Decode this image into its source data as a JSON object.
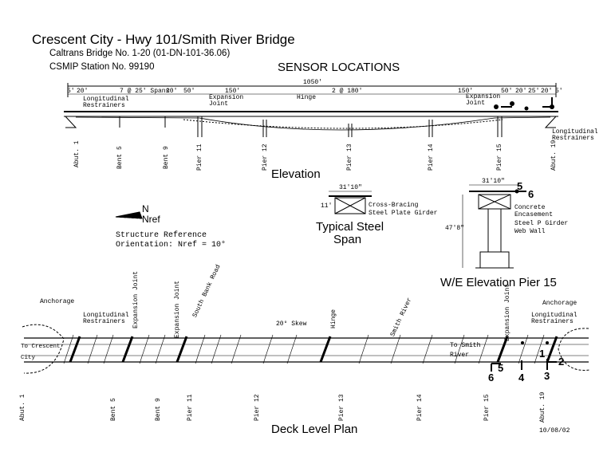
{
  "header": {
    "title": "Crescent City - Hwy 101/Smith River Bridge",
    "bridge_no": "Caltrans Bridge No. 1-20 (01-DN-101-36.06)",
    "station": "CSMIP Station No. 99190",
    "sheet_title": "SENSOR LOCATIONS"
  },
  "elevation": {
    "caption": "Elevation",
    "overall_length": "1050'",
    "dims": [
      "5'",
      "20'",
      "7 @ 25' Spans",
      "20'",
      "50'",
      "150'",
      "2 @ 180'",
      "150'",
      "50'",
      "20'",
      "25'",
      "20'",
      "5'"
    ],
    "notes": {
      "long_restrainers_left": "Longitudinal\nRestrainers",
      "exp_joint_left": "Expansion\nJoint",
      "hinge": "Hinge",
      "exp_joint_right": "Expansion\nJoint",
      "long_restrainers_right": "Longitudinal\nRestrainers"
    },
    "supports": [
      "Abut. 1",
      "Bent 5",
      "Bent 9",
      "Pier 11",
      "Pier 12",
      "Pier 13",
      "Pier 14",
      "Pier 15",
      "Abut. 19"
    ]
  },
  "orientation": {
    "n": "N",
    "nref": "Nref",
    "text1": "Structure Reference",
    "text2": "Orientation: Nref = 10°"
  },
  "steel_span": {
    "caption1": "Typical Steel",
    "caption2": "Span",
    "width": "31'10\"",
    "height": "11'",
    "label1": "Cross-Bracing",
    "label2": "Steel Plate Girder"
  },
  "pier15": {
    "caption": "W/E Elevation Pier 15",
    "width": "31'10\"",
    "height": "47'8\"",
    "label1": "Concrete\nEncasement",
    "label2": "Steel P Girder",
    "label3": "Web Wall",
    "sensor_5": "5",
    "sensor_6": "6"
  },
  "plan": {
    "caption": "Deck Level Plan",
    "date": "10/08/02",
    "anchorage_left": "Anchorage",
    "long_restrainers_left": "Longitudinal\nRestrainers",
    "exp_joint_1": "Expansion\nJoint",
    "exp_joint_2": "Expansion\nJoint",
    "road": "South Bank Road",
    "skew": "20° Skew",
    "hinge": "Hinge",
    "river": "Smith River",
    "to_crescent": "To Crescent\nCity",
    "to_smith": "To Smith\nRiver",
    "exp_joint_right": "Expansion\nJoint",
    "long_restrainers_right": "Longitudinal\nRestrainers",
    "anchorage_right": "Anchorage",
    "sensors": [
      "1",
      "2",
      "3",
      "4",
      "5",
      "6"
    ],
    "supports": [
      "Abut. 1",
      "Bent 5",
      "Bent 9",
      "Pier 11",
      "Pier 12",
      "Pier 13",
      "Pier 14",
      "Pier 15",
      "Abut. 19"
    ]
  }
}
